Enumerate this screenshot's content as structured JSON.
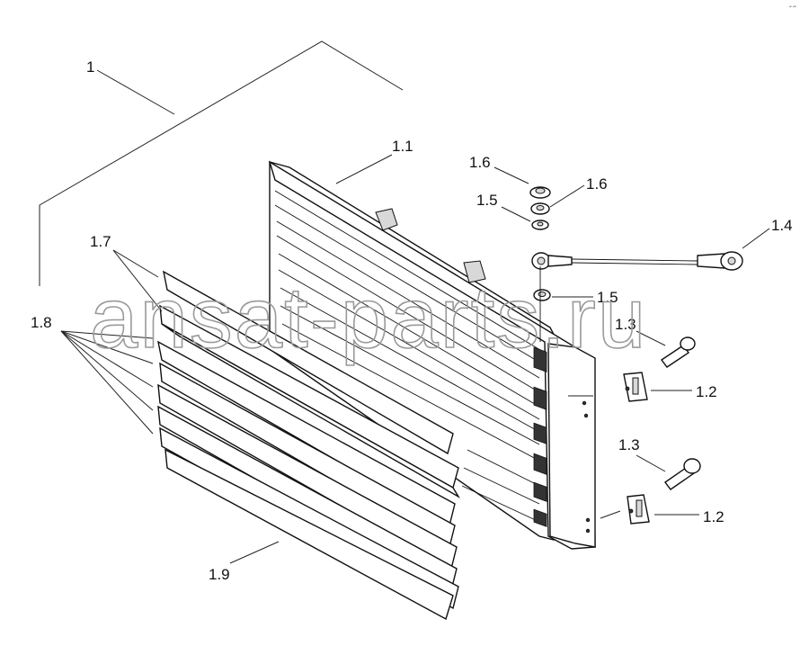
{
  "corner_mark": "ᵃⁿ ᵖᵃʳ",
  "watermark": "ansat-parts.ru",
  "callouts": {
    "c1": "1",
    "c1_1": "1.1",
    "c1_2a": "1.2",
    "c1_2b": "1.2",
    "c1_3a": "1.3",
    "c1_3b": "1.3",
    "c1_4": "1.4",
    "c1_5a": "1.5",
    "c1_5b": "1.5",
    "c1_6a": "1.6",
    "c1_6b": "1.6",
    "c1_7": "1.7",
    "c1_8": "1.8",
    "c1_9": "1.9"
  }
}
